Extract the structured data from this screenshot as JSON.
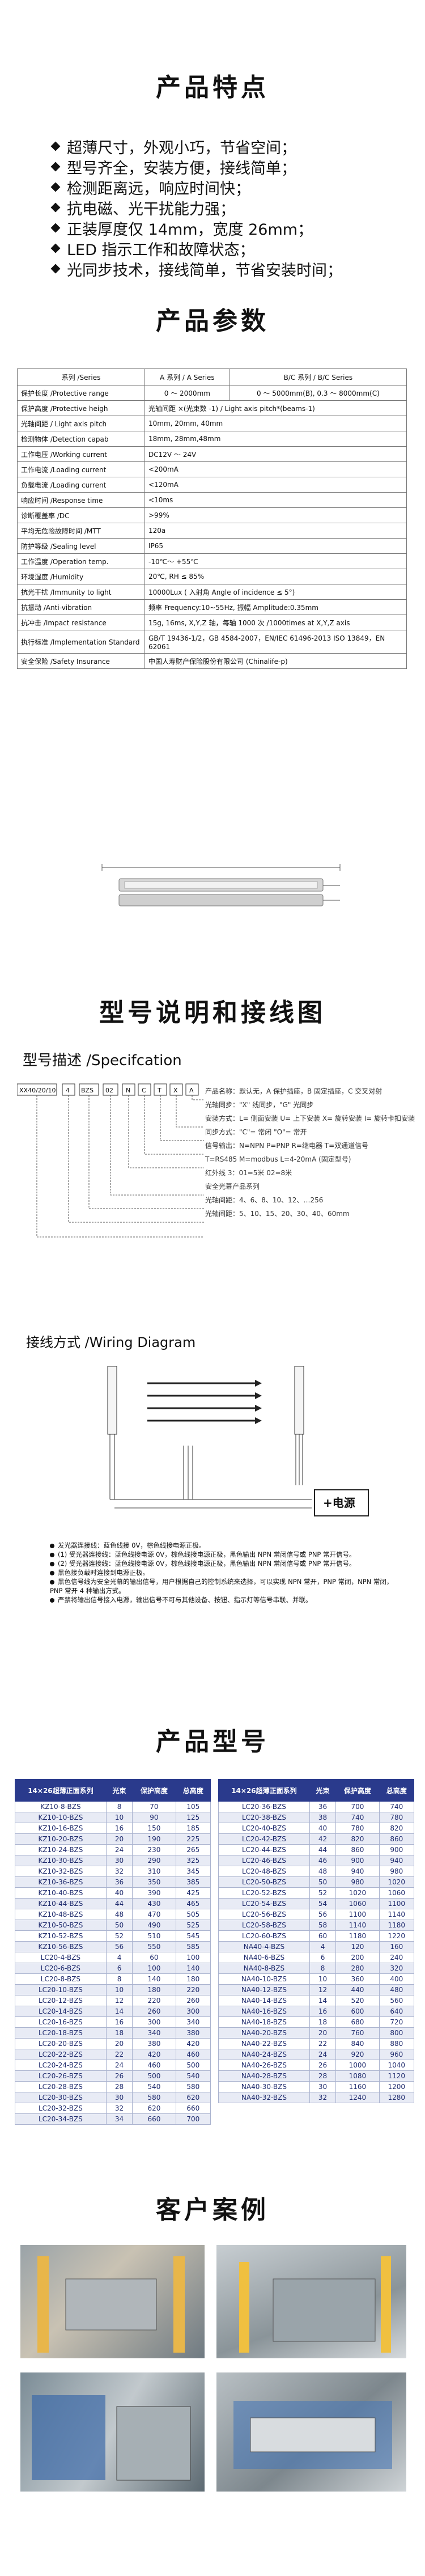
{
  "features": {
    "title": "产品特点",
    "items": [
      "超薄尺寸，外观小巧，节省空间；",
      "型号齐全，安装方便，接线简单；",
      "检测距离远，响应时间快；",
      "抗电磁、光干扰能力强；",
      "正装厚度仅 14mm，宽度 26mm；",
      "LED 指示工作和故障状态；",
      "光同步技术，接线简单，节省安装时间；"
    ]
  },
  "params": {
    "title": "产品参数",
    "headers": [
      "系列 /Series",
      "A 系列 / A Series",
      "B/C 系列 / B/C Series"
    ],
    "rows": [
      {
        "label": "保护长度 /Protective range",
        "a": "0 ～ 2000mm",
        "b": "0 ～ 5000mm(B), 0.3 ～ 8000mm(C)"
      },
      {
        "label": "保护高度 /Protective heigh",
        "merged": "光轴间距 ×(光束数 -1) / Light axis pitch*(beams-1)"
      },
      {
        "label": "光轴间距 / Light axis pitch",
        "merged": "10mm, 20mm, 40mm"
      },
      {
        "label": "检测物体 /Detection capab",
        "merged": "18mm, 28mm,48mm"
      },
      {
        "label": "工作电压 /Working current",
        "merged": "DC12V ～ 24V"
      },
      {
        "label": "工作电流 /Loading current",
        "merged": "<200mA"
      },
      {
        "label": "负载电流 /Loading current",
        "merged": "<120mA"
      },
      {
        "label": "响应时间 /Response time",
        "merged": "<10ms"
      },
      {
        "label": "诊断覆盖率 /DC",
        "merged": ">99%"
      },
      {
        "label": "平均无危险故障时间 /MTT",
        "merged": "120a"
      },
      {
        "label": "防护等级 /Sealing level",
        "merged": "IP65"
      },
      {
        "label": "工作温度 /Operation temp.",
        "merged": "-10℃～ +55℃"
      },
      {
        "label": "环境湿度 /Humidity",
        "merged": "20℃, RH ≤ 85%"
      },
      {
        "label": "抗光干扰 /Immunity to light",
        "merged": "10000Lux ( 入射角 Angle of incidence ≤ 5°)"
      },
      {
        "label": "抗振动 /Anti-vibration",
        "merged": "频率 Frequency:10~55Hz, 振幅 Amplitude:0.35mm"
      },
      {
        "label": "抗冲击 /Impact resistance",
        "merged": "15g, 16ms, X,Y,Z 轴，每轴 1000 次 /1000times at X,Y,Z axis"
      },
      {
        "label": "执行标准 /Implementation Standard",
        "merged": "GB/T 19436-1/2，GB 4584-2007，EN/IEC 61496-2013 ISO 13849，EN 62061",
        "tall": true
      },
      {
        "label": "安全保险 /Safety Insurance",
        "merged": "中国人寿财产保险股份有限公司 (Chinalife-p)"
      }
    ]
  },
  "models": {
    "title": "型号说明和接线图",
    "subtitle": "型号描述 /Specifcation",
    "code": [
      "XX40/20/10",
      "4",
      "BZS",
      "02",
      "N",
      "C",
      "T",
      "X",
      "A"
    ],
    "descriptions": [
      "产品名称：默认无，A 保护插座，B 固定插座，C 交叉对射",
      "光轴同步：\"X\" 线同步，\"G\" 光同步",
      "安装方式：L= 侧面安装 U= 上下安装 X= 旋转安装 I= 旋转卡扣安装",
      "同步方式：\"C\"= 常闭 \"O\"= 常开",
      "信号输出：N=NPN P=PNP R=继电器 T=双通道信号",
      "T=RS485 M=modbus L=4-20mA (固定型号)",
      "红外线 3：01=5米 02=8米",
      "安全光幕产品系列",
      "光轴间距：4、6、8、10、12、…256",
      "光轴间距：5、10、15、20、30、40、60mm"
    ],
    "wiring_title": "接线方式 /Wiring Diagram",
    "power_label": "+电源",
    "wiring_notes": [
      "发光器连接线：蓝色线接 0V，棕色线接电源正极。",
      "(1) 受光器连接线：蓝色线接电源 0V，棕色线接电源正极，黑色输出 NPN 常闭信号或 PNP 常开信号。",
      "(2) 受光器连接线：蓝色线接电源 0V，棕色线接电源正极，黑色输出 NPN 常闭信号或 PNP 常开信号。",
      "黑色接负载时连接到电源正极。",
      "黑色信号线为安全光幕的输出信号，用户根据自己的控制系统来选择，可以实现 NPN 常开，PNP 常闭，NPN 常闭，PNP 常开 4 种输出方式。",
      "严禁将输出信号接入电源，输出信号不可与其他设备、按钮、指示灯等信号串联、并联。"
    ]
  },
  "products": {
    "title": "产品型号",
    "headers": [
      "14×26超薄正面系列",
      "光束",
      "保护高度",
      "总高度"
    ],
    "left": [
      [
        "KZ10-8-BZS",
        "8",
        "70",
        "105"
      ],
      [
        "KZ10-10-BZS",
        "10",
        "90",
        "125"
      ],
      [
        "KZ10-16-BZS",
        "16",
        "150",
        "185"
      ],
      [
        "KZ10-20-BZS",
        "20",
        "190",
        "225"
      ],
      [
        "KZ10-24-BZS",
        "24",
        "230",
        "265"
      ],
      [
        "KZ10-30-BZS",
        "30",
        "290",
        "325"
      ],
      [
        "KZ10-32-BZS",
        "32",
        "310",
        "345"
      ],
      [
        "KZ10-36-BZS",
        "36",
        "350",
        "385"
      ],
      [
        "KZ10-40-BZS",
        "40",
        "390",
        "425"
      ],
      [
        "KZ10-44-BZS",
        "44",
        "430",
        "465"
      ],
      [
        "KZ10-48-BZS",
        "48",
        "470",
        "505"
      ],
      [
        "KZ10-50-BZS",
        "50",
        "490",
        "525"
      ],
      [
        "KZ10-52-BZS",
        "52",
        "510",
        "545"
      ],
      [
        "KZ10-56-BZS",
        "56",
        "550",
        "585"
      ],
      [
        "LC20-4-BZS",
        "4",
        "60",
        "100"
      ],
      [
        "LC20-6-BZS",
        "6",
        "100",
        "140"
      ],
      [
        "LC20-8-BZS",
        "8",
        "140",
        "180"
      ],
      [
        "LC20-10-BZS",
        "10",
        "180",
        "220"
      ],
      [
        "LC20-12-BZS",
        "12",
        "220",
        "260"
      ],
      [
        "LC20-14-BZS",
        "14",
        "260",
        "300"
      ],
      [
        "LC20-16-BZS",
        "16",
        "300",
        "340"
      ],
      [
        "LC20-18-BZS",
        "18",
        "340",
        "380"
      ],
      [
        "LC20-20-BZS",
        "20",
        "380",
        "420"
      ],
      [
        "LC20-22-BZS",
        "22",
        "420",
        "460"
      ],
      [
        "LC20-24-BZS",
        "24",
        "460",
        "500"
      ],
      [
        "LC20-26-BZS",
        "26",
        "500",
        "540"
      ],
      [
        "LC20-28-BZS",
        "28",
        "540",
        "580"
      ],
      [
        "LC20-30-BZS",
        "30",
        "580",
        "620"
      ],
      [
        "LC20-32-BZS",
        "32",
        "620",
        "660"
      ],
      [
        "LC20-34-BZS",
        "34",
        "660",
        "700"
      ]
    ],
    "right": [
      [
        "LC20-36-BZS",
        "36",
        "700",
        "740"
      ],
      [
        "LC20-38-BZS",
        "38",
        "740",
        "780"
      ],
      [
        "LC20-40-BZS",
        "40",
        "780",
        "820"
      ],
      [
        "LC20-42-BZS",
        "42",
        "820",
        "860"
      ],
      [
        "LC20-44-BZS",
        "44",
        "860",
        "900"
      ],
      [
        "LC20-46-BZS",
        "46",
        "900",
        "940"
      ],
      [
        "LC20-48-BZS",
        "48",
        "940",
        "980"
      ],
      [
        "LC20-50-BZS",
        "50",
        "980",
        "1020"
      ],
      [
        "LC20-52-BZS",
        "52",
        "1020",
        "1060"
      ],
      [
        "LC20-54-BZS",
        "54",
        "1060",
        "1100"
      ],
      [
        "LC20-56-BZS",
        "56",
        "1100",
        "1140"
      ],
      [
        "LC20-58-BZS",
        "58",
        "1140",
        "1180"
      ],
      [
        "LC20-60-BZS",
        "60",
        "1180",
        "1220"
      ],
      [
        "NA40-4-BZS",
        "4",
        "120",
        "160"
      ],
      [
        "NA40-6-BZS",
        "6",
        "200",
        "240"
      ],
      [
        "NA40-8-BZS",
        "8",
        "280",
        "320"
      ],
      [
        "NA40-10-BZS",
        "10",
        "360",
        "400"
      ],
      [
        "NA40-12-BZS",
        "12",
        "440",
        "480"
      ],
      [
        "NA40-14-BZS",
        "14",
        "520",
        "560"
      ],
      [
        "NA40-16-BZS",
        "16",
        "600",
        "640"
      ],
      [
        "NA40-18-BZS",
        "18",
        "680",
        "720"
      ],
      [
        "NA40-20-BZS",
        "20",
        "760",
        "800"
      ],
      [
        "NA40-22-BZS",
        "22",
        "840",
        "880"
      ],
      [
        "NA40-24-BZS",
        "24",
        "920",
        "960"
      ],
      [
        "NA40-26-BZS",
        "26",
        "1000",
        "1040"
      ],
      [
        "NA40-28-BZS",
        "28",
        "1080",
        "1120"
      ],
      [
        "NA40-30-BZS",
        "30",
        "1160",
        "1200"
      ],
      [
        "NA40-32-BZS",
        "32",
        "1240",
        "1280"
      ]
    ]
  },
  "cases": {
    "title": "客户案例"
  }
}
